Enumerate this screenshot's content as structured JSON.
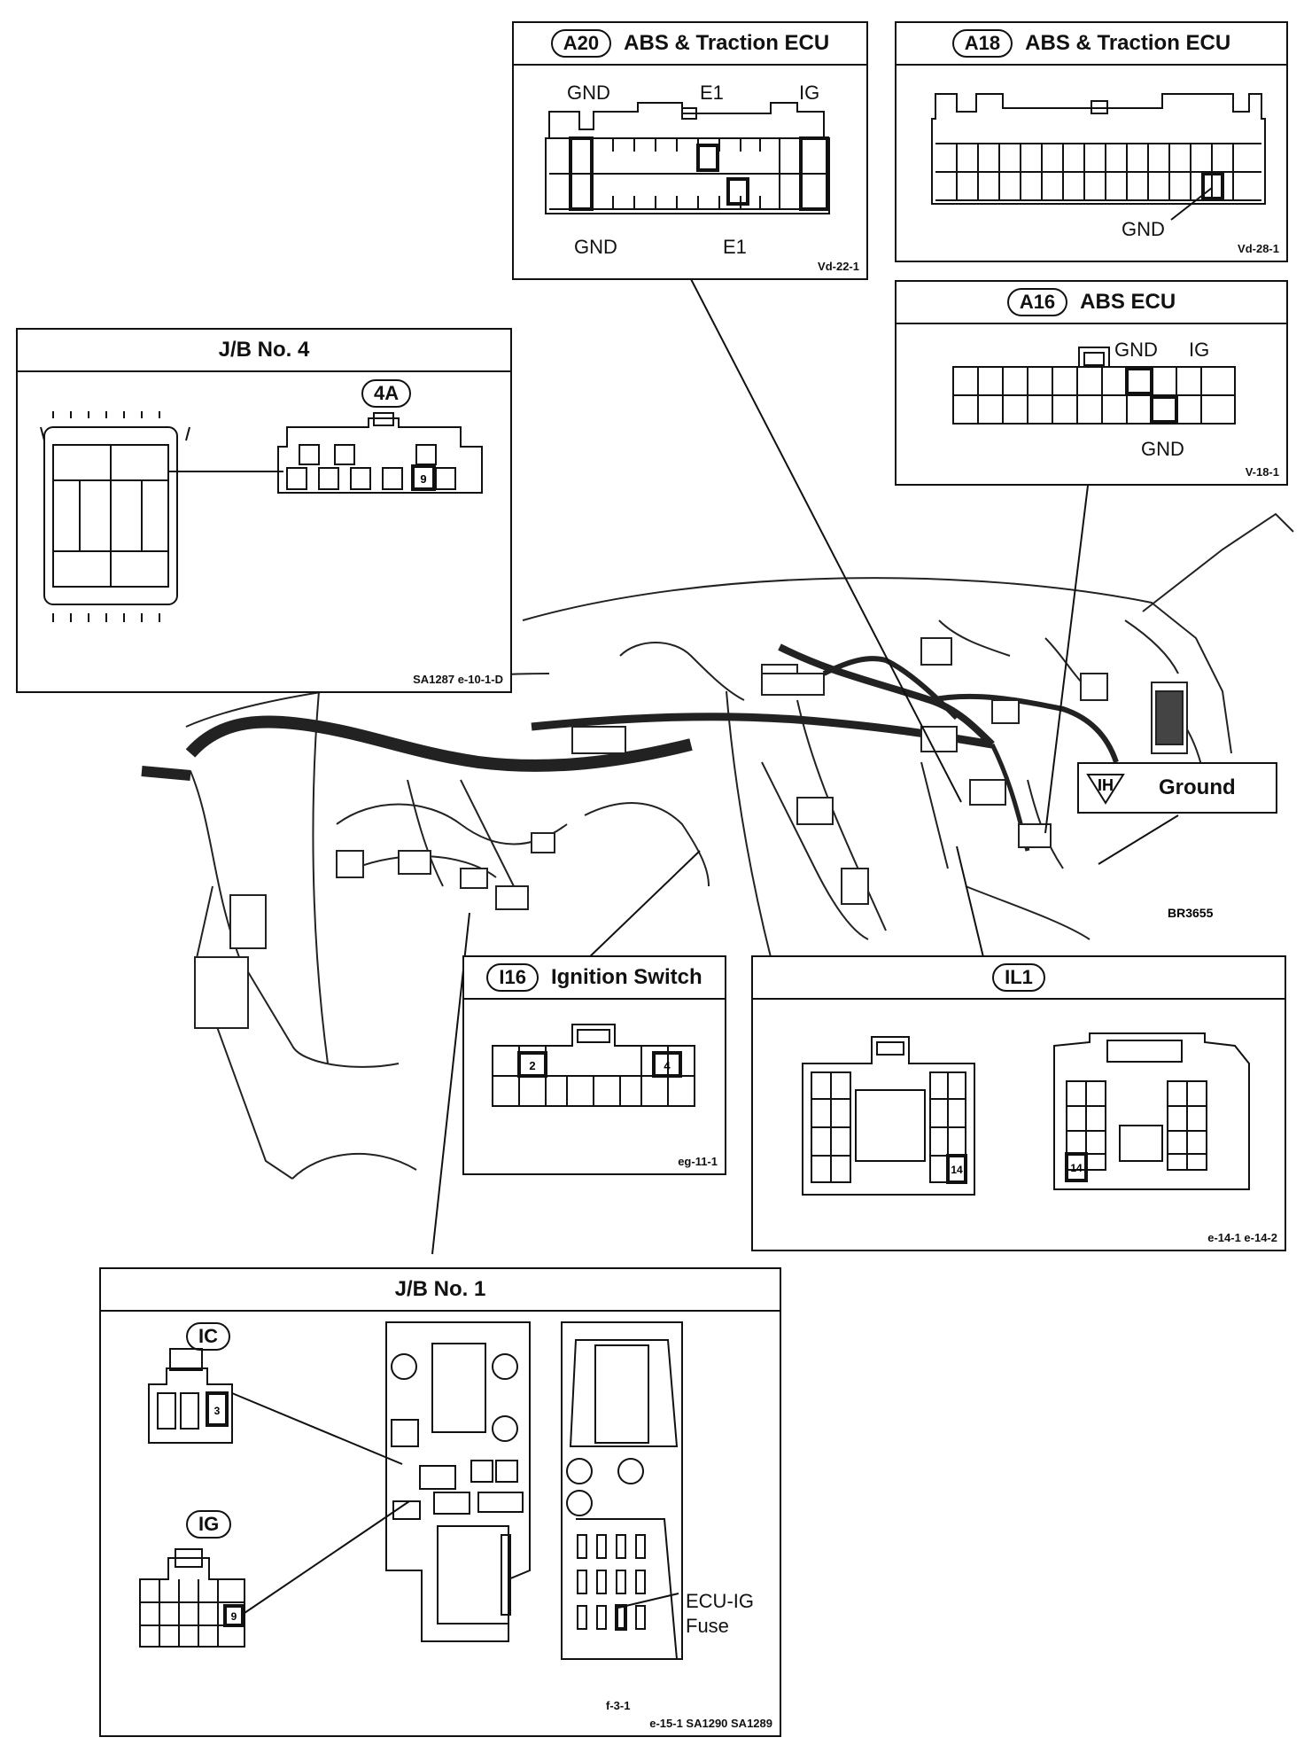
{
  "diagram_ref": "BR3655",
  "ground": {
    "code": "IH",
    "label": "Ground"
  },
  "a20": {
    "code": "A20",
    "title": "ABS & Traction ECU",
    "top_pins": [
      "GND",
      "E1",
      "IG"
    ],
    "bottom_pins": [
      "GND",
      "E1"
    ],
    "ref": "Vd-22-1"
  },
  "a18": {
    "code": "A18",
    "title": "ABS & Traction ECU",
    "pin": "GND",
    "ref": "Vd-28-1"
  },
  "a16": {
    "code": "A16",
    "title": "ABS ECU",
    "top_pins": [
      "GND",
      "IG"
    ],
    "bottom_pin": "GND",
    "ref": "V-18-1"
  },
  "jb4": {
    "title": "J/B No. 4",
    "connector": "4A",
    "pin": "9",
    "ref": "SA1287  e-10-1-D"
  },
  "i16": {
    "code": "I16",
    "title": "Ignition Switch",
    "pins": [
      "2",
      "4"
    ],
    "ref": "eg-11-1"
  },
  "il1": {
    "code": "IL1",
    "pins": [
      "14",
      "14"
    ],
    "ref": "e-14-1  e-14-2"
  },
  "jb1": {
    "title": "J/B No. 1",
    "ic_code": "IC",
    "ic_pin": "3",
    "ig_code": "IG",
    "ig_pin": "9",
    "fuse_label_1": "ECU-IG",
    "fuse_label_2": "Fuse",
    "ref_top": "f-3-1",
    "ref_bottom": "e-15-1  SA1290  SA1289"
  }
}
